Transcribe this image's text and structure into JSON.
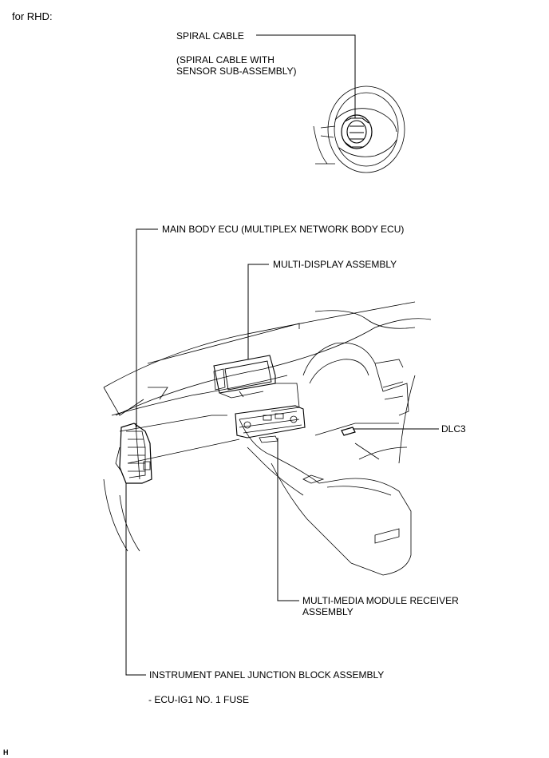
{
  "header": {
    "variant": "for RHD:"
  },
  "callouts": {
    "spiral_cable": "SPIRAL CABLE",
    "spiral_cable_note_1": "(SPIRAL CABLE WITH",
    "spiral_cable_note_2": "SENSOR SUB-ASSEMBLY)",
    "main_body_ecu": "MAIN BODY ECU (MULTIPLEX NETWORK BODY ECU)",
    "multi_display": "MULTI-DISPLAY ASSEMBLY",
    "dlc3": "DLC3",
    "mm_receiver_1": "MULTI-MEDIA MODULE RECEIVER",
    "mm_receiver_2": "ASSEMBLY",
    "junction_block": "INSTRUMENT PANEL JUNCTION BLOCK ASSEMBLY",
    "fuse": "- ECU-IG1 NO. 1 FUSE"
  },
  "footer": {
    "code": "H"
  }
}
